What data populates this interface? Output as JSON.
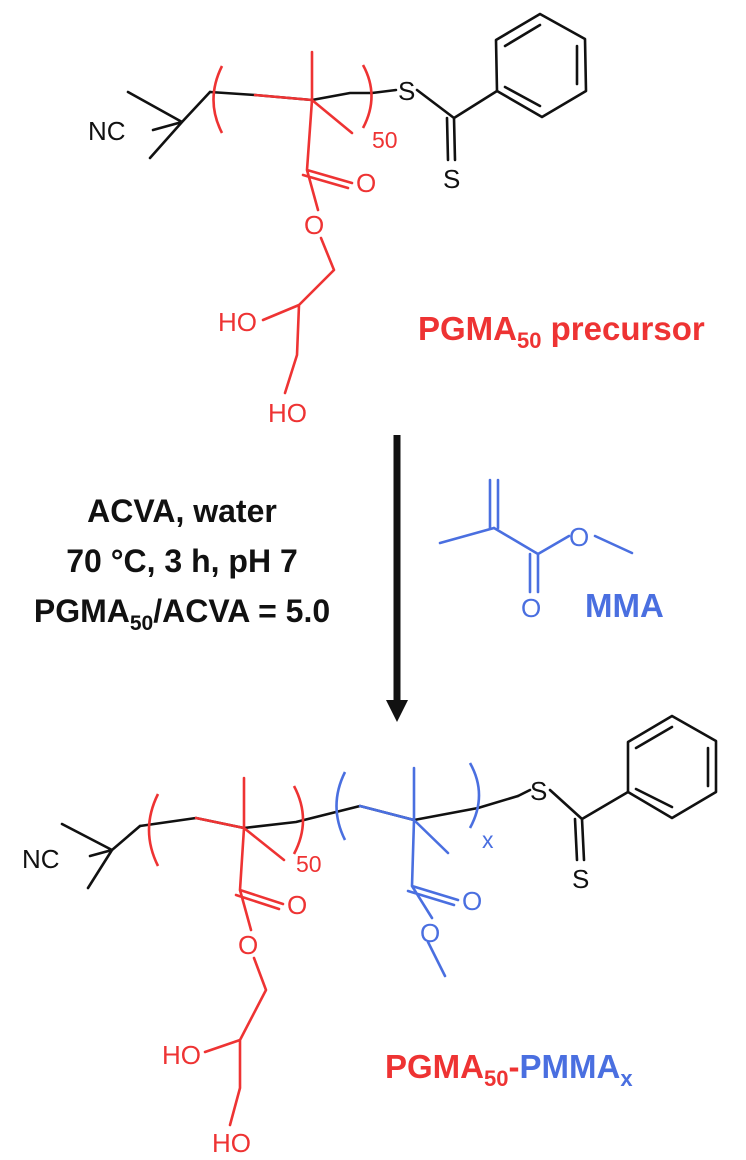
{
  "colors": {
    "black": "#111111",
    "pgma_red": "#ee3333",
    "pmma_blue": "#4a6fe0"
  },
  "precursor": {
    "nitrile": "NC",
    "sulfur_bridge": "S",
    "sulfur_thione": "S",
    "carbonyl_oxygen": "O",
    "ester_oxygen": "O",
    "hydroxyl_1": "HO",
    "hydroxyl_2": "HO",
    "repeat_count": "50",
    "label_main": "PGMA",
    "label_sub": "50",
    "label_rest": " precursor"
  },
  "conditions": {
    "line1": "ACVA, water",
    "line2": "70 °C, 3 h, pH 7",
    "line3_a": "PGMA",
    "line3_sub": "50",
    "line3_b": "/ACVA = 5.0"
  },
  "monomer": {
    "carbonyl_oxygen": "O",
    "ester_oxygen": "O",
    "label": "MMA"
  },
  "product": {
    "nitrile": "NC",
    "sulfur_bridge": "S",
    "sulfur_thione": "S",
    "pgma_carbonyl_oxygen": "O",
    "pgma_ester_oxygen": "O",
    "hydroxyl_1": "HO",
    "hydroxyl_2": "HO",
    "pgma_repeat_count": "50",
    "pmma_carbonyl_oxygen": "O",
    "pmma_ester_oxygen": "O",
    "pmma_repeat_count": "x",
    "label_a": "PGMA",
    "label_a_sub": "50",
    "label_dash": "-",
    "label_b": "PMMA",
    "label_b_sub": "x"
  }
}
